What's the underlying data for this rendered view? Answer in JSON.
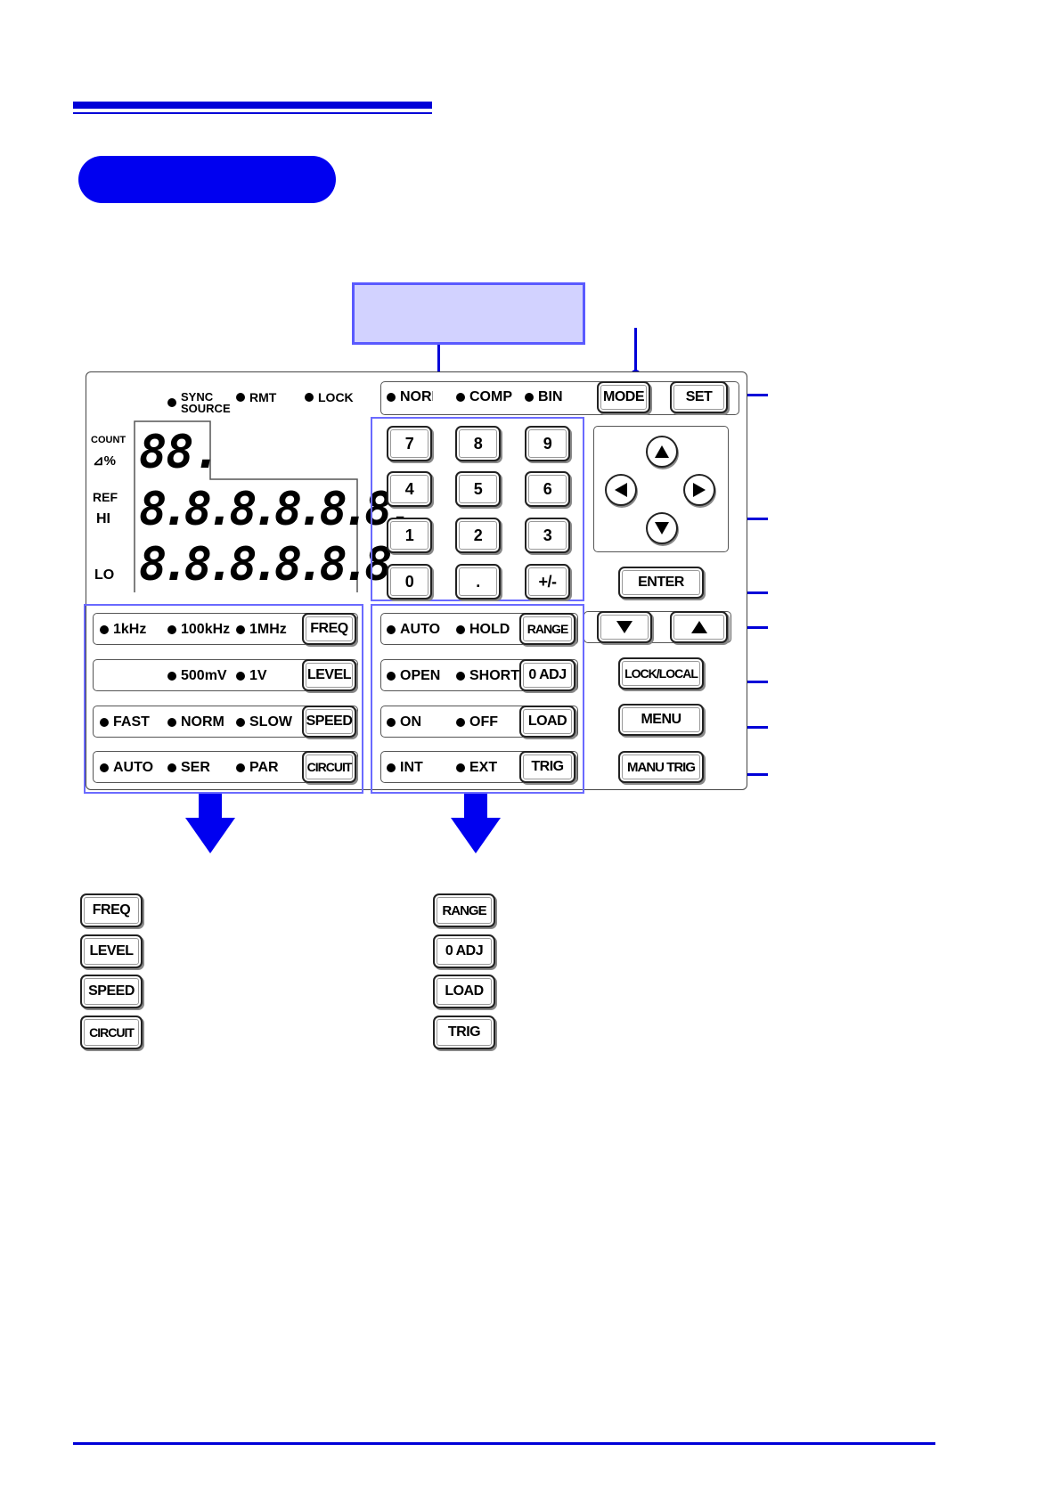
{
  "indicators": {
    "sync_source_line1": "SYNC",
    "sync_source_line2": "SOURCE",
    "rmt": "RMT",
    "lock": "LOCK",
    "norm": "NORM",
    "comp": "COMP",
    "bin": "BIN"
  },
  "display": {
    "count_label": "COUNT",
    "delta_pct_label": "⊿%",
    "ref_label": "REF",
    "hi_label": "HI",
    "lo_label": "LO",
    "digits_small": "88.",
    "digits_hi": "8.8.8.8.8.8.",
    "digits_lo": "8.8.8.8.8.8."
  },
  "keypad": {
    "keys": [
      "7",
      "8",
      "9",
      "4",
      "5",
      "6",
      "1",
      "2",
      "3",
      "0",
      ".",
      "+/-"
    ]
  },
  "buttons": {
    "mode": "MODE",
    "set": "SET",
    "enter": "ENTER",
    "lock_local": "LOCK/LOCAL",
    "menu": "MENU",
    "manu_trig": "MANU TRIG"
  },
  "left_rows": [
    {
      "leds": [
        "1kHz",
        "100kHz",
        "1MHz"
      ],
      "key": "FREQ"
    },
    {
      "leds": [
        "",
        "500mV",
        "1V"
      ],
      "key": "LEVEL"
    },
    {
      "leds": [
        "FAST",
        "NORM",
        "SLOW"
      ],
      "key": "SPEED"
    },
    {
      "leds": [
        "AUTO",
        "SER",
        "PAR"
      ],
      "key": "CIRCUIT"
    }
  ],
  "right_rows": [
    {
      "leds": [
        "AUTO",
        "HOLD"
      ],
      "key": "RANGE"
    },
    {
      "leds": [
        "OPEN",
        "SHORT"
      ],
      "key": "0 ADJ"
    },
    {
      "leds": [
        "ON",
        "OFF"
      ],
      "key": "LOAD"
    },
    {
      "leds": [
        "INT",
        "EXT"
      ],
      "key": "TRIG"
    }
  ],
  "legend_left": [
    "FREQ",
    "LEVEL",
    "SPEED",
    "CIRCUIT"
  ],
  "legend_right": [
    "RANGE",
    "0 ADJ",
    "LOAD",
    "TRIG"
  ],
  "colors": {
    "accent": "#0000d8",
    "callout_fill": "#d2d2ff",
    "selection_border": "#6a6aff"
  }
}
